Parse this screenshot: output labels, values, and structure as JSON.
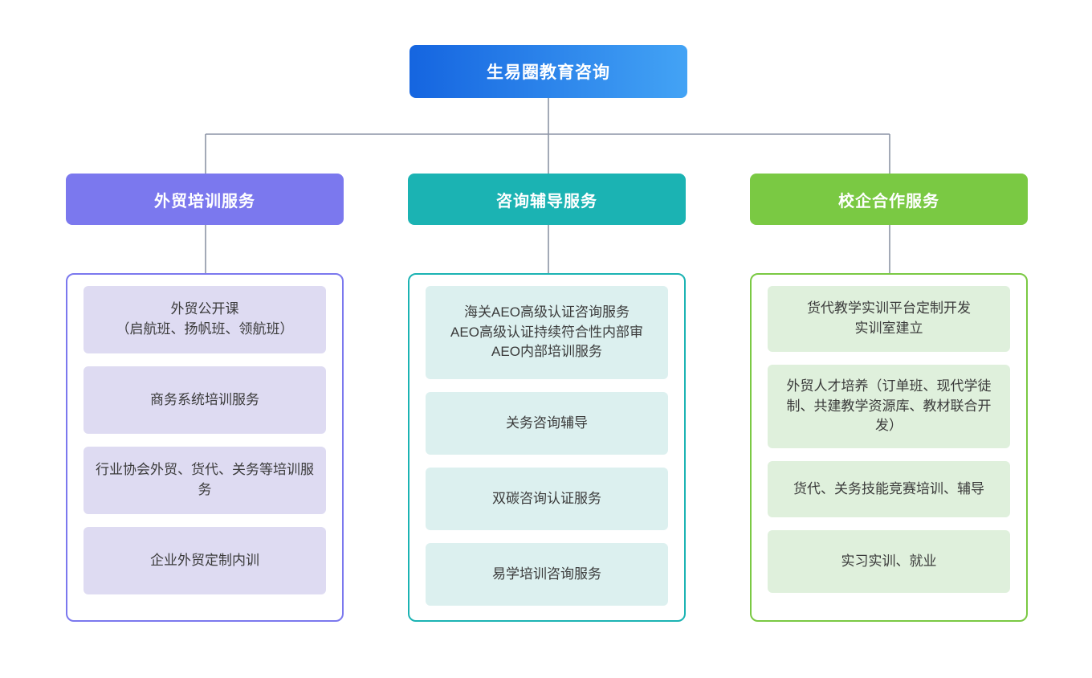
{
  "diagram": {
    "type": "organizational-hierarchy",
    "root": {
      "label": "生易圈教育咨询",
      "gradient_from": "#1565e0",
      "gradient_to": "#43a3f5"
    },
    "connector_color": "#8c94a5",
    "branches": [
      {
        "id": "branch-training",
        "header": "外贸培训服务",
        "header_color": "#7b78ee",
        "container_border": "#7b78ee",
        "leaf_fill": "#dedbf2",
        "items": [
          "外贸公开课\n（启航班、扬帆班、领航班）",
          "商务系统培训服务",
          "行业协会外贸、货代、关务等培训服务",
          "企业外贸定制内训"
        ]
      },
      {
        "id": "branch-consulting",
        "header": "咨询辅导服务",
        "header_color": "#1bb3b3",
        "container_border": "#1bb3b3",
        "leaf_fill": "#dcf0ef",
        "items": [
          "海关AEO高级认证咨询服务\nAEO高级认证持续符合性内部审\nAEO内部培训服务",
          "关务咨询辅导",
          "双碳咨询认证服务",
          "易学培训咨询服务"
        ]
      },
      {
        "id": "branch-school-enterprise",
        "header": "校企合作服务",
        "header_color": "#7ac943",
        "container_border": "#7ac943",
        "leaf_fill": "#dff0dc",
        "items": [
          "货代教学实训平台定制开发\n实训室建立",
          "外贸人才培养（订单班、现代学徒制、共建教学资源库、教材联合开发）",
          "货代、关务技能竞赛培训、辅导",
          "实习实训、就业"
        ]
      }
    ]
  }
}
